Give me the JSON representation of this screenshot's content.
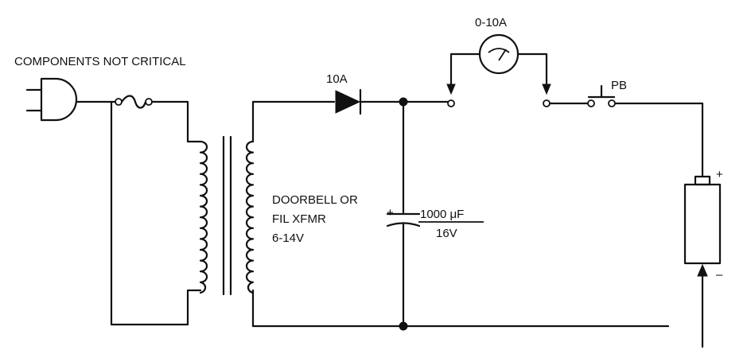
{
  "labels": {
    "note": "COMPONENTS NOT CRITICAL",
    "diode": "10A",
    "meter": "0-10A",
    "pushbutton": "PB",
    "transformer_line1": "DOORBELL OR",
    "transformer_line2": "FIL XFMR",
    "transformer_line3": "6-14V",
    "cap_value": "1000 μF",
    "cap_voltage": "16V",
    "cap_plus": "+",
    "battery_plus": "+",
    "battery_minus": "–"
  }
}
